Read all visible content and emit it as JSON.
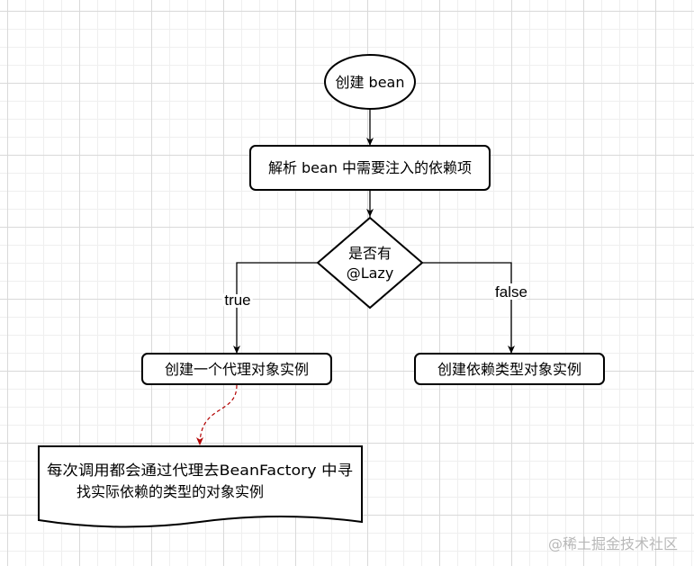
{
  "nodes": {
    "start": "创建 bean",
    "parse": "解析 bean 中需要注入的依赖项",
    "decision_line1": "是否有",
    "decision_line2": "@Lazy",
    "proxy": "创建一个代理对象实例",
    "direct": "创建依赖类型对象实例",
    "note_line1": "每次调用都会通过代理去BeanFactory 中寻",
    "note_line2": "找实际依赖的类型的对象实例"
  },
  "edges": {
    "true_label": "true",
    "false_label": "false"
  },
  "watermark": "@稀土掘金技术社区",
  "colors": {
    "stroke": "#000000",
    "dashed_connector": "#b20000",
    "grid": "#d9d9d9"
  }
}
